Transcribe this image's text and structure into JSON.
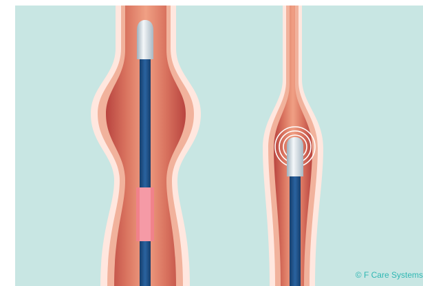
{
  "credit": "© F Care Systems",
  "colors": {
    "background": "#c8e6e3",
    "vessel_halo": "#ffe7df",
    "vessel_wall_outer": "#f3b5a0",
    "vessel_lumen_edge": "#c9544c",
    "vessel_lumen_center": "#ef9a82",
    "catheter_shaft": "#1f4f86",
    "catheter_tip": "#d9e2e8",
    "heating_segment": "#f27f8e",
    "energy_rings": "#ffffff",
    "credit_text": "#2fb7b3"
  },
  "panels": [
    {
      "id": "left",
      "vessel_state": "dilated",
      "tip_energy_rings": false,
      "heating_segment": true
    },
    {
      "id": "right",
      "vessel_state": "constricted",
      "tip_energy_rings": true,
      "heating_segment": false
    }
  ]
}
